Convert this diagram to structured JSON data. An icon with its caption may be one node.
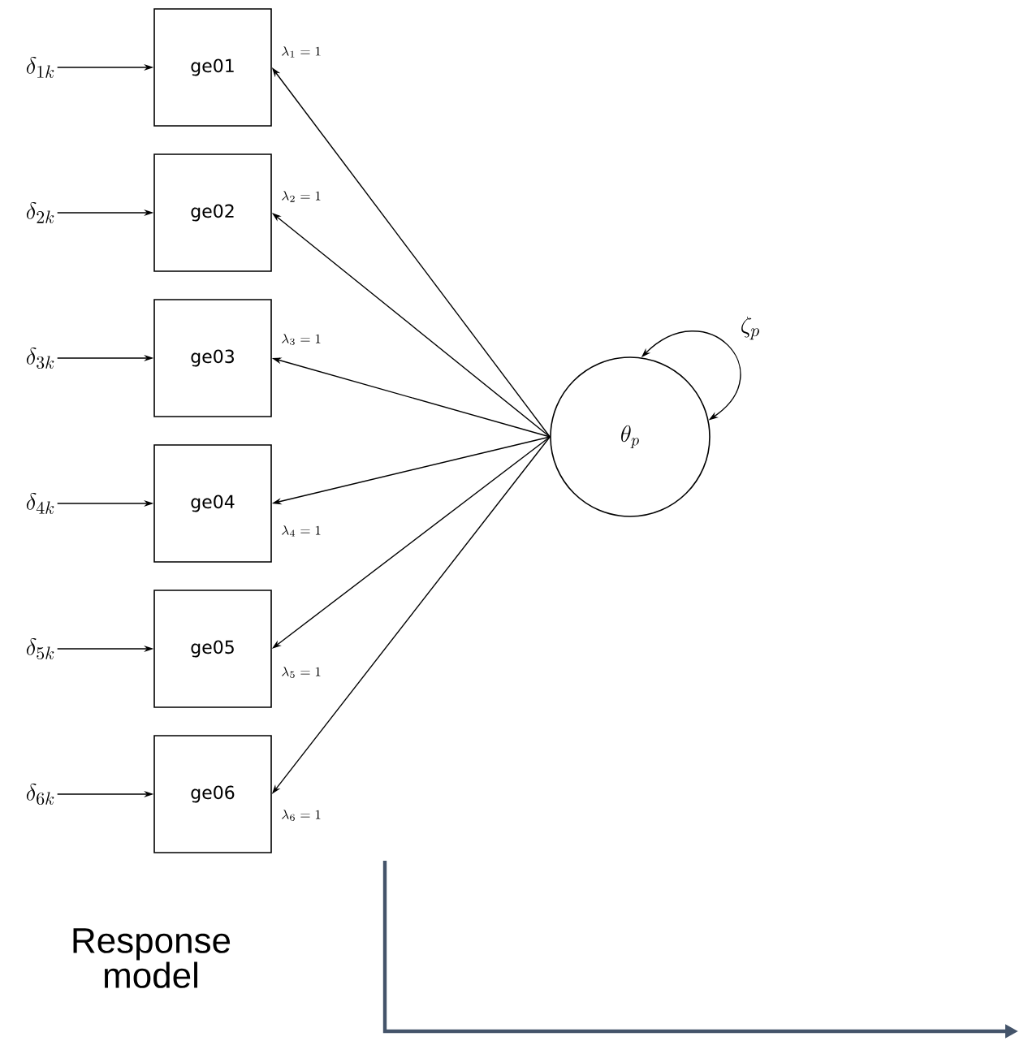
{
  "diagram": {
    "nodes": [
      {
        "text": [
          "ge01"
        ]
      },
      {
        "text": [
          "ge02"
        ]
      },
      {
        "text": [
          "ge03"
        ]
      },
      {
        "text": [
          "ge04"
        ]
      },
      {
        "text": [
          "ge05"
        ]
      },
      {
        "text": [
          "ge06"
        ]
      },
      {
        "text": [
          "\\delta_{1k}"
        ]
      },
      {
        "text": [
          "\\delta_{2k}"
        ]
      },
      {
        "text": [
          "\\delta_{3k}"
        ]
      },
      {
        "text": [
          "\\delta_{4k}"
        ]
      },
      {
        "text": [
          "\\delta_{5k}"
        ]
      },
      {
        "text": [
          "\\delta_{6k}"
        ]
      },
      {
        "text": [
          "\\theta_p"
        ]
      }
    ],
    "edges": [
      {
        "from": 6,
        "to": 0,
        "arrow": "to"
      },
      {
        "from": 7,
        "to": 1,
        "arrow": "to"
      },
      {
        "from": 8,
        "to": 2,
        "arrow": "to"
      },
      {
        "from": 9,
        "to": 3,
        "arrow": "to"
      },
      {
        "from": 10,
        "to": 4,
        "arrow": "to"
      },
      {
        "from": 11,
        "to": 5,
        "arrow": "to"
      },
      {
        "from": 12,
        "to": 0,
        "arrow": "to",
        "label": "\\lambda_1 = 1"
      },
      {
        "from": 12,
        "to": 1,
        "arrow": "to",
        "label": "\\lambda_2 = 1"
      },
      {
        "from": 12,
        "to": 2,
        "arrow": "to",
        "label": "\\lambda_3 = 1"
      },
      {
        "from": 12,
        "to": 3,
        "arrow": "to",
        "label": "\\lambda_4 = 1"
      },
      {
        "from": 12,
        "to": 4,
        "arrow": "to",
        "label": "\\lambda_5 = 1"
      },
      {
        "from": 12,
        "to": 5,
        "arrow": "to",
        "label": "\\lambda_6 = 1"
      },
      {
        "from": 12,
        "to": 12,
        "arrow": "both",
        "label": "\\zeta_p"
      }
    ],
    "labels": [
      "Response model"
    ]
  }
}
